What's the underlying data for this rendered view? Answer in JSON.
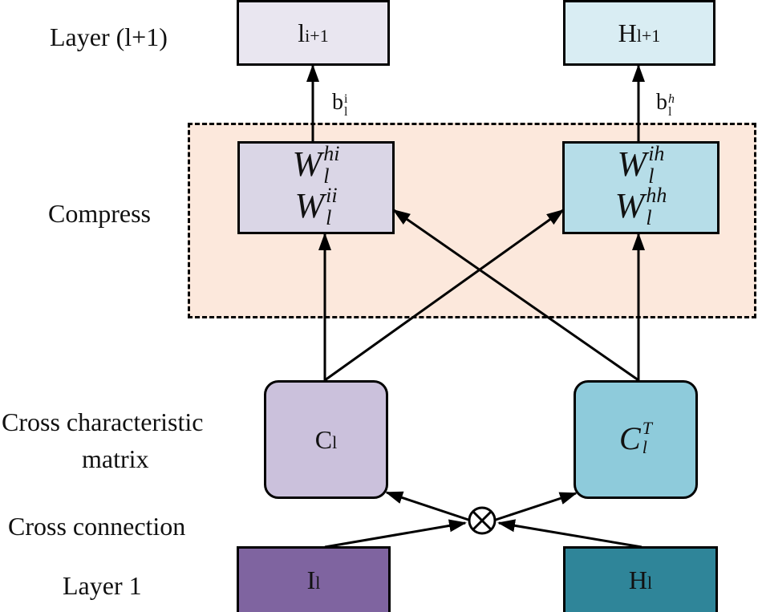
{
  "rows": {
    "layer_next": "Layer (l+1)",
    "compress": "Compress",
    "cross_matrix_line1": "Cross characteristic",
    "cross_matrix_line2": "matrix",
    "cross_connection": "Cross connection",
    "layer_1": "Layer 1"
  },
  "nodes": {
    "out_i": {
      "base": "l",
      "sub": "i+1",
      "fill": "#e9e6f0"
    },
    "out_h": {
      "base": "H",
      "sub": "l+1",
      "fill": "#d9edf3"
    },
    "w_left": {
      "fill": "#dad6e6",
      "terms": [
        {
          "base": "W",
          "sup": "hi",
          "sub": "l"
        },
        {
          "base": "W",
          "sup": "ii",
          "sub": "l"
        }
      ]
    },
    "w_right": {
      "fill": "#b6dde8",
      "terms": [
        {
          "base": "W",
          "sup": "ih",
          "sub": "l"
        },
        {
          "base": "W",
          "sup": "hh",
          "sub": "l"
        }
      ]
    },
    "c_left": {
      "base": "C",
      "sub": "l",
      "fill": "#cbc1dc"
    },
    "c_right": {
      "base": "C",
      "sup": "T",
      "sub": "l",
      "fill": "#8ecbdb"
    },
    "in_i": {
      "base": "I",
      "sub": "l",
      "fill": "#7f64a0"
    },
    "in_h": {
      "base": "H",
      "sub": "l",
      "fill": "#2f8599"
    }
  },
  "bias": {
    "left": {
      "base": "b",
      "sup": "i",
      "sub": "l"
    },
    "right": {
      "base": "b",
      "sup": "h",
      "sub": "l"
    }
  },
  "compress_region_fill": "#fce8dc",
  "operator": "cross-product"
}
